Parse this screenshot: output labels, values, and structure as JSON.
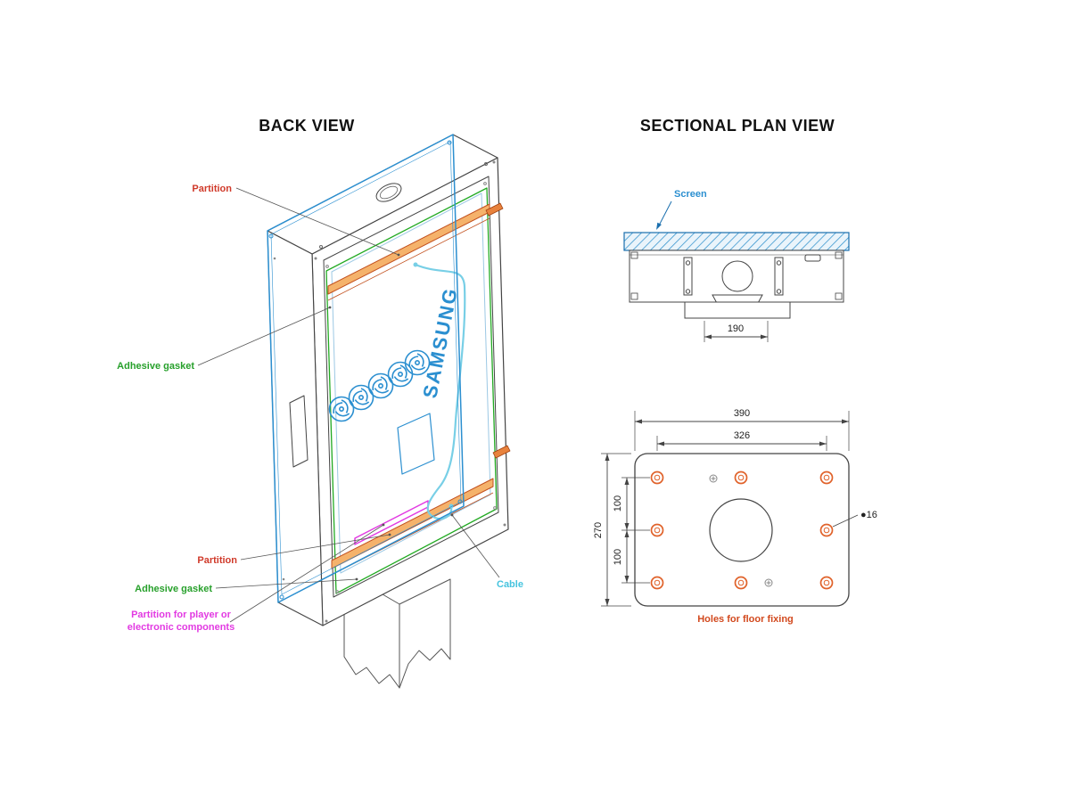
{
  "titles": {
    "back_view": "BACK VIEW",
    "sectional": "SECTIONAL PLAN VIEW"
  },
  "back_view": {
    "labels": {
      "partition_top": "Partition",
      "adhesive_gasket_top": "Adhesive gasket",
      "partition_bottom": "Partition",
      "adhesive_gasket_bottom": "Adhesive gasket",
      "partition_player_line1": "Partition for player or",
      "partition_player_line2": "electronic components",
      "cable": "Cable"
    },
    "logo": "SAMSUNG"
  },
  "sectional": {
    "labels": {
      "screen": "Screen"
    },
    "dimensions": {
      "pole_width": "190"
    }
  },
  "base_plate": {
    "dimensions": {
      "overall_width": "390",
      "hole_span_width": "326",
      "overall_depth": "270",
      "hole_spacing_top": "100",
      "hole_spacing_bottom": "100",
      "hole_diameter": "●16"
    },
    "caption": "Holes for floor fixing"
  },
  "colors": {
    "screen_blue": "#2b8fd0",
    "partition_label_red": "#d03a2a",
    "gasket_label_green": "#27a02b",
    "player_label_magenta": "#e23ae2",
    "cable_label_cyan": "#45c3de",
    "hole_orange": "#e0622a",
    "caption_orange": "#d2491e"
  }
}
